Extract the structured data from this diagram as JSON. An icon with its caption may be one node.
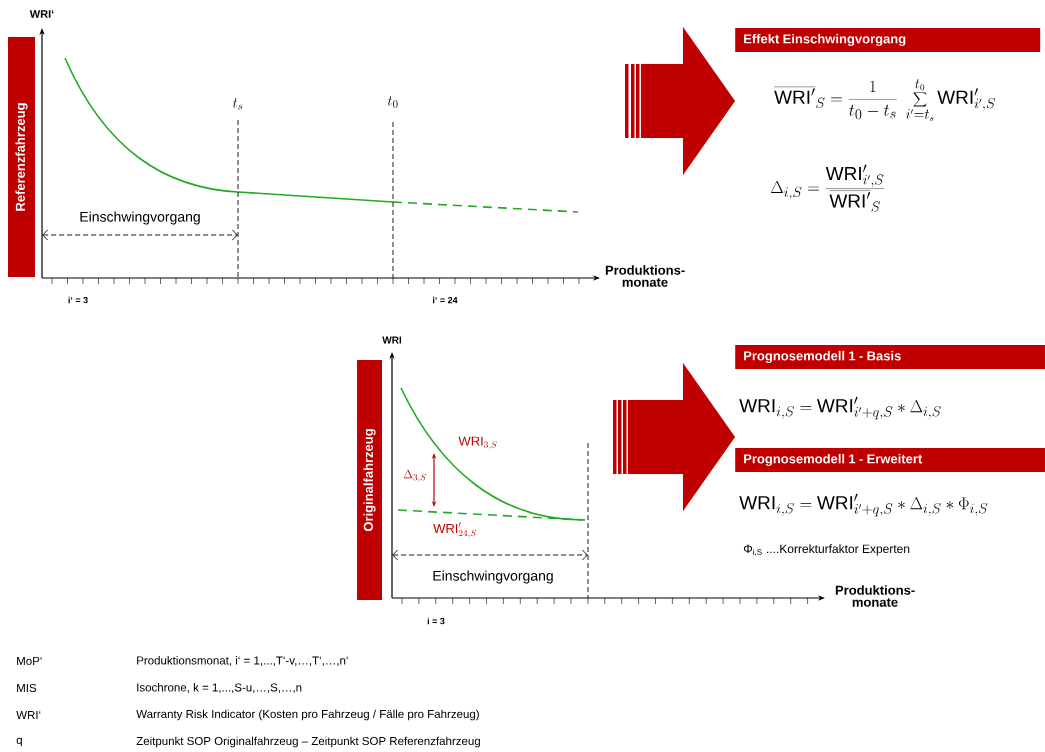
{
  "diagram": {
    "nodes": [
      {
        "text": [
          "Referenzfahrzeug"
        ]
      },
      {
        "text": [
          "Effekt Einschwingvorgang"
        ]
      },
      {
        "text": [
          "Originalfahrzeug"
        ]
      },
      {
        "text": [
          "Prognosemodell 1 - Basis"
        ]
      },
      {
        "text": [
          "Prognosemodell 1 - Erweitert"
        ]
      }
    ],
    "edges": [
      {
        "from": null,
        "to": 1,
        "arrow": "to"
      },
      {
        "from": null,
        "to": 3,
        "arrow": "to"
      }
    ],
    "labels": [
      "WRI‘",
      "t_s",
      "t_0",
      "Einschwingvorgang",
      "Produktions-monate",
      "i‘ = 3",
      "i‘ = 24",
      "\\overline{\\mathrm{WRI}'}_{S} = \\frac{1}{t_0 - t_s} \\; \\sum_{i'=t_s}^{t_0} \\mathrm{WRI}'_{i',S}",
      "\\Delta_{i,S} = \\frac{\\mathrm{WRI}'_{i',S}}{\\overline{\\mathrm{WRI}'}_{S}}",
      "WRI",
      "\\mathrm{WRI}_{3,S}",
      "\\Delta_{3,S}",
      "\\mathrm{WRI}'_{24,S}",
      "Einschwingvorgang",
      "Produktions-monate",
      "i = 3",
      "\\mathrm{WRI}_{i,S} = \\mathrm{WRI}'_{i'+q,S} * \\Delta_{i,S}",
      "\\mathrm{WRI}_{i,S} = \\mathrm{WRI}'_{i'+q,S} * \\Delta_{i,S} * \\Phi_{i,S}",
      "Φ$_{i,S}$ ....Korrekturfaktor Experten",
      "MoP‘",
      "Produktionsmonat, i‘ = 1,...,T‘-v,…,T‘,…,n‘",
      "MIS",
      "Isochrone, k = 1,...,S-u,…,S,…,n",
      "WRI‘",
      "Warranty Risk Indicator (Kosten pro Fahrzeug / Fälle pro Fahrzeug)",
      "q",
      "Zeitpunkt SOP Originalfahrzeug – Zeitpunkt SOP Referenzfahrzeug"
    ]
  }
}
